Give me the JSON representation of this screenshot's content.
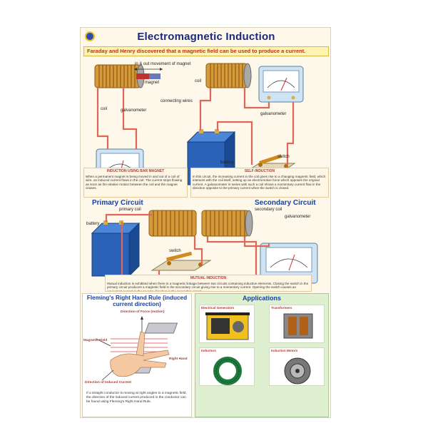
{
  "poster": {
    "title": "Electromagnetic Induction",
    "banner": "Faraday and Henry discovered that a magnetic field can be used to produce a current."
  },
  "section1": {
    "labels": {
      "movement": "in & out movement of magnet",
      "magnet": "magnet",
      "coil_left": "coil",
      "coil_right": "coil",
      "galvanometer_left": "galvanometer",
      "connecting_wires": "connecting wires",
      "galvanometer_right": "galvanometer",
      "battery": "battery",
      "switch": "switch"
    },
    "box_left": {
      "heading": "INDUCTION USING BAR MAGNET",
      "text": "When a permanent magnet is being moved in and out of a coil of wire, an induced current flows in the coil. The current stops flowing as soon as the relative motion between the coil and the magnet ceases."
    },
    "box_right": {
      "heading": "SELF-INDUCTION",
      "text": "In this circuit, the increasing current in the coil gives rise to a changing magnetic field, which interacts with the coil itself, setting up an electromotive force which opposes the original current. A galvanometer in series with such a coil shows a momentary current flow in the direction opposite to the primary current when the switch is closed."
    }
  },
  "section2": {
    "primary_heading": "Primary Circuit",
    "secondary_heading": "Secondary Circuit",
    "labels": {
      "primary_coil": "primary coil",
      "secondary_coil": "secondary coil",
      "battery": "battery",
      "switch": "switch",
      "galvanometer": "galvanometer"
    },
    "box": {
      "heading": "MUTUAL INDUCTION",
      "text": "Mutual induction is exhibited when there is a magnetic linkage between two circuits containing inductive elements. Closing the switch in the primary circuit produces a magnetic field in the secondary circuit giving rise to a momentary current. Opening the switch causes an equivalent current in the reverse direction in the secondary circuit."
    }
  },
  "fleming": {
    "title": "Fleming's Right Hand Rule (induced current direction)",
    "labels": {
      "force": "Direction of Force (motion)",
      "field": "Magnetic Field",
      "current": "Direction of Induced Current",
      "hand": "Right Hand"
    },
    "text": "If a straight conductor is moving at right angles to a magnetic field, the direction of the induced current produced in the conductor can be found using Fleming's Right Hand Rule."
  },
  "applications": {
    "title": "Applications",
    "items": [
      {
        "label": "Electrical Generators"
      },
      {
        "label": "Transformers"
      },
      {
        "label": "Inductors"
      },
      {
        "label": "Induction Motors"
      }
    ]
  },
  "colors": {
    "title": "#1b2a7a",
    "banner_bg": "#fff3b0",
    "banner_text": "#c0301c",
    "wire": "#e0665a",
    "coil": "#c8871f",
    "battery": "#2a62b8",
    "panel_green": "#dff0d0"
  }
}
